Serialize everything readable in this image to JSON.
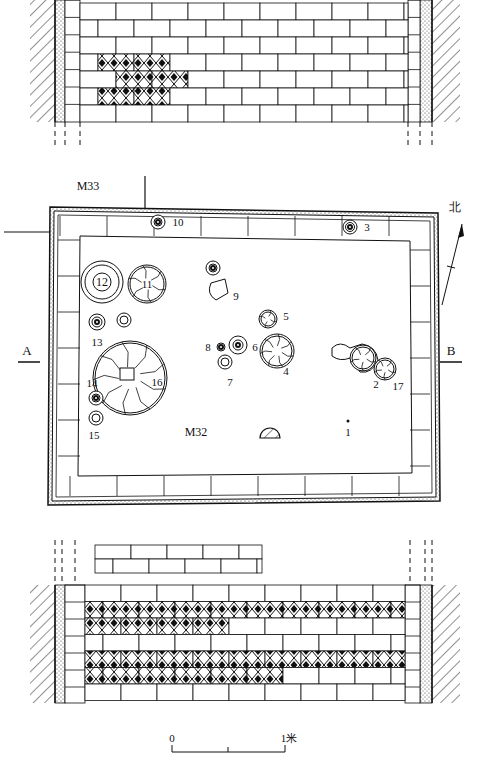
{
  "diagram": {
    "labels": [
      "M33",
      "北",
      "A",
      "B",
      "10",
      "3",
      "12",
      "11",
      "9",
      "13",
      "5",
      "8",
      "6",
      "4",
      "7",
      "2",
      "17",
      "14",
      "16",
      "15",
      "M32",
      "1",
      "0",
      "1米"
    ]
  }
}
